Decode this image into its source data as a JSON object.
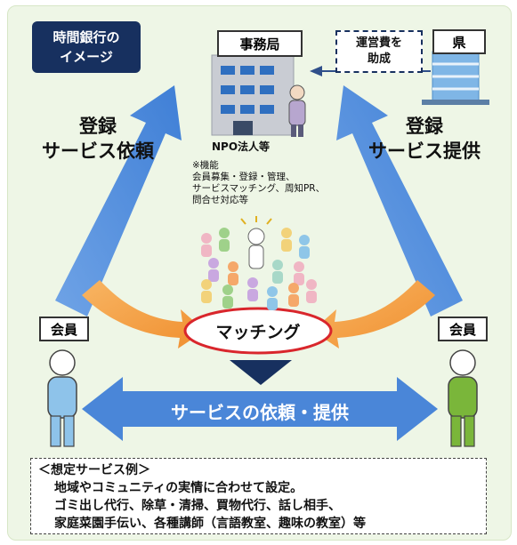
{
  "title": {
    "line1": "時間銀行の",
    "line2": "イメージ"
  },
  "office": {
    "label": "事務局",
    "org": "NPO法人等"
  },
  "prefecture": {
    "label": "県"
  },
  "subsidy": {
    "line1": "運営費を",
    "line2": "助成"
  },
  "left_flow": {
    "line1": "登録",
    "line2": "サービス依頼"
  },
  "right_flow": {
    "line1": "登録",
    "line2": "サービス提供"
  },
  "functions": {
    "line1": "※機能",
    "line2": "会員募集・登録・管理、",
    "line3": "サービスマッチング、周知PR、",
    "line4": "問合せ対応等"
  },
  "matching": {
    "label": "マッチング"
  },
  "members": {
    "left": "会員",
    "right": "会員"
  },
  "exchange": {
    "label": "サービスの依頼・提供"
  },
  "examples": {
    "heading": "＜想定サービス例＞",
    "line1": "地域やコミュニティの実情に合わせて設定。",
    "line2": "ゴミ出し代行、除草・清掃、買物代行、話し相手、",
    "line3": "家庭菜園手伝い、各種講師（言語教室、趣味の教室）等"
  },
  "icons": [
    "office-building-icon",
    "prefecture-building-icon",
    "staff-person-icon",
    "member-person-icon",
    "crowd-icon"
  ],
  "colors": {
    "arrow_blue": "#4a86d8",
    "arrow_orange": "#f5a54a",
    "navy": "#17305f",
    "background": "#eef6e6",
    "matching_ring": "#d9262c"
  }
}
